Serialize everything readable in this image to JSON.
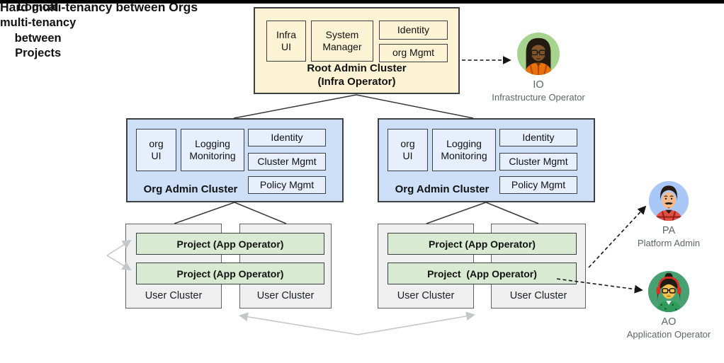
{
  "colors": {
    "top_bar": "#000000",
    "root_cluster_fill": "#FCF3D4",
    "org_cluster_fill": "#CDE0F8",
    "org_component_fill": "#E7EFFD",
    "user_cluster_fill": "#EFEFEF",
    "project_fill": "#D9EAD3",
    "border_dark": "#3C4043",
    "annotation_arrow_gray": "#C4C6C8",
    "persona_label_gray": "#5F6368"
  },
  "root_admin_cluster": {
    "title": "Root Admin Cluster\n(Infra Operator)",
    "components": [
      "Infra\nUI",
      "System\nManager",
      "Identity",
      "org Mgmt"
    ]
  },
  "org_admin_clusters": [
    {
      "title": "Org Admin Cluster",
      "components": [
        "org\nUI",
        "Logging\nMonitoring",
        "Identity",
        "Cluster Mgmt",
        "Policy Mgmt"
      ]
    },
    {
      "title": "Org Admin Cluster",
      "components": [
        "org\nUI",
        "Logging\nMonitoring",
        "Identity",
        "Cluster Mgmt",
        "Policy Mgmt"
      ]
    }
  ],
  "user_cluster_groups": [
    {
      "projects": [
        "Project (App Operator)",
        "Project (App Operator)"
      ],
      "cluster_labels": [
        "User Cluster",
        "User Cluster"
      ]
    },
    {
      "projects": [
        "Project (App Operator)",
        "Project  (App Operator)"
      ],
      "cluster_labels": [
        "User Cluster",
        "User Cluster"
      ]
    }
  ],
  "annotations": {
    "left": "Logical\nmulti-tenancy\nbetween\nProjects",
    "bottom": "Hard multi-tenancy between Orgs"
  },
  "personas": [
    {
      "acronym": "IO",
      "role": "Infrastructure Operator",
      "circle_color": "#A6D38E"
    },
    {
      "acronym": "PA",
      "role": "Platform Admin",
      "circle_color": "#A9C7F6"
    },
    {
      "acronym": "AO",
      "role": "Application Operator",
      "circle_color": "#47A170"
    }
  ]
}
